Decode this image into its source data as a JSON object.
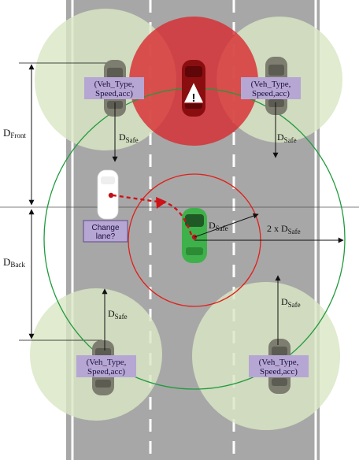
{
  "colors": {
    "road": "#a7a7a7",
    "road_edge": "#ffffff",
    "zone_fill": "#d9e7c4",
    "danger_fill": "#d9262b",
    "big_circle": "#1f9a3c",
    "ego_circle": "#e0201a",
    "label_box": "#b6a6d3",
    "ego_vehicle": "#3fb14b",
    "other_vehicle": "#7d7d70",
    "hazard_vehicle": "#8a0e10",
    "arrow_red": "#cf1218",
    "line": "#111111"
  },
  "labels": {
    "d_front_main": "D",
    "d_front_sub": "Front",
    "d_back_main": "D",
    "d_back_sub": "Back",
    "d_safe_main": "D",
    "d_safe_sub": "Safe",
    "two_x_prefix": "2 x D",
    "two_x_sub": "Safe",
    "change_lane_line1": "Change",
    "change_lane_line2": "lane?",
    "hazard_mark": "!"
  },
  "vehicle_labels": {
    "front_left": {
      "line1": "(Veh_Type,",
      "line2": "Speed,acc)"
    },
    "front_right": {
      "line1": "(Veh_Type,",
      "line2": "Speed,acc)"
    },
    "back_left": {
      "line1": "(Veh_Type,",
      "line2": "Speed,acc)"
    },
    "back_right": {
      "line1": "(Veh_Type,",
      "line2": "Speed,acc)"
    }
  }
}
